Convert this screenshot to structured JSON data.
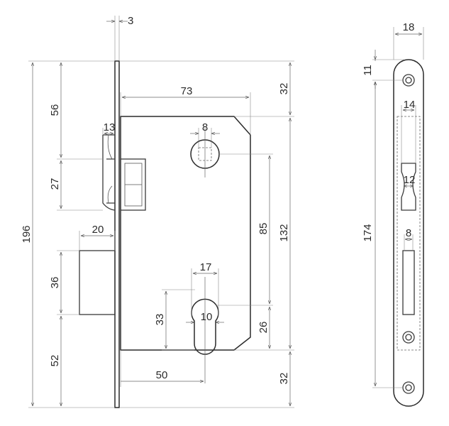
{
  "dimensions": {
    "forend_thickness": "3",
    "forend_width": "18",
    "screw_hole_offset": "11",
    "total_height": "196",
    "latch_top_offset": "56",
    "latch_height": "27",
    "latch_projection": "13",
    "bolt_projection": "20",
    "bolt_height": "36",
    "bolt_bottom_offset": "52",
    "case_depth": "73",
    "spindle_size": "8",
    "centre_distance": "85",
    "case_height": "132",
    "case_top_offset": "32",
    "case_bottom_offset": "32",
    "cylinder_width": "17",
    "cylinder_upper_height": "33",
    "cylinder_lower_width": "10",
    "cylinder_lower_height": "26",
    "backset": "50",
    "forend_length": "174",
    "strike_latch_width": "14",
    "strike_latch_height": "12",
    "strike_bolt_width": "8"
  }
}
